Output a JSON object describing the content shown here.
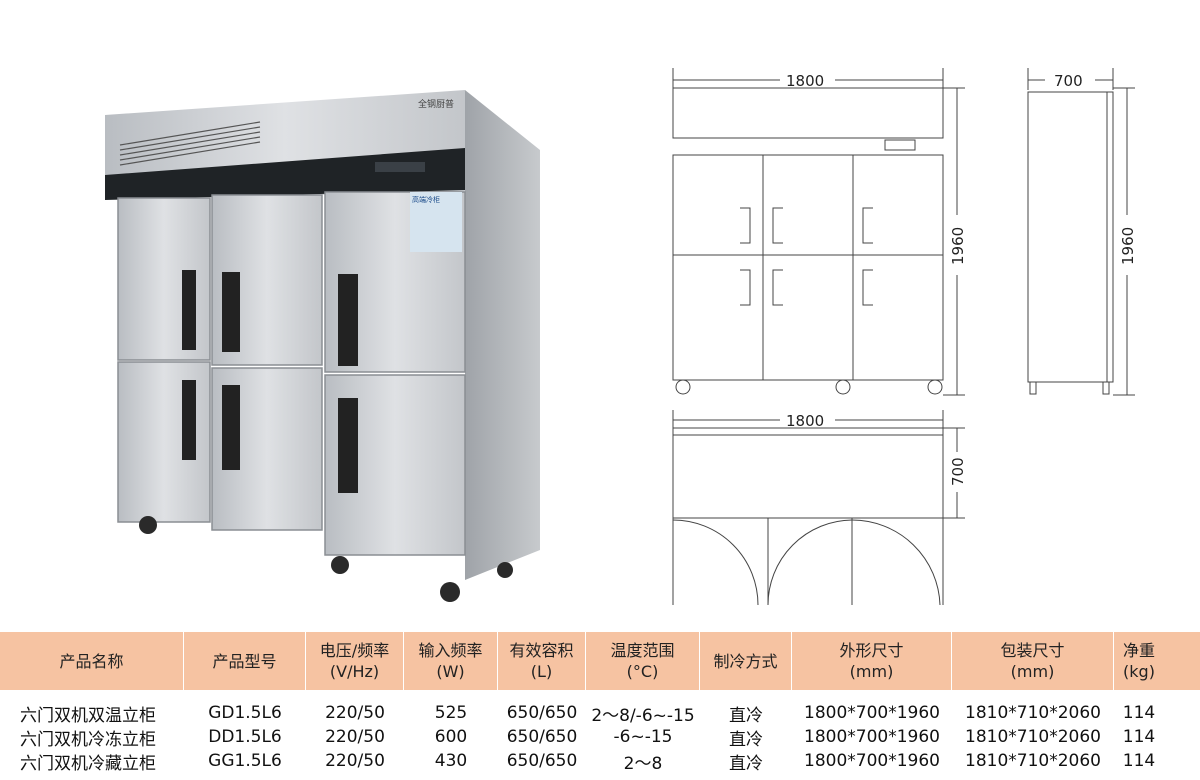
{
  "photo": {
    "top_label": "全钢厨普",
    "panel_label": "高端冷柜"
  },
  "drawings": {
    "front_width": "1800",
    "front_height": "1960",
    "side_depth": "700",
    "side_height": "1960",
    "top_width": "1800",
    "top_depth": "700"
  },
  "table": {
    "headers": [
      [
        "产品名称"
      ],
      [
        "产品型号"
      ],
      [
        "电压/频率",
        "(V/Hz)"
      ],
      [
        "输入频率",
        "(W)"
      ],
      [
        "有效容积",
        "(L)"
      ],
      [
        "温度范围",
        "(°C)"
      ],
      [
        "制冷方式"
      ],
      [
        "外形尺寸",
        "(mm)"
      ],
      [
        "包装尺寸",
        "(mm)"
      ],
      [
        "净重",
        "(kg)"
      ]
    ],
    "rows": [
      [
        "六门双机双温立柜",
        "GD1.5L6",
        "220/50",
        "525",
        "650/650",
        "2～8/-6~-15",
        "直冷",
        "1800*700*1960",
        "1810*710*2060",
        "114"
      ],
      [
        "六门双机冷冻立柜",
        "DD1.5L6",
        "220/50",
        "600",
        "650/650",
        "-6~-15",
        "直冷",
        "1800*700*1960",
        "1810*710*2060",
        "114"
      ],
      [
        "六门双机冷藏立柜",
        "GG1.5L6",
        "220/50",
        "430",
        "650/650",
        "2～8",
        "直冷",
        "1800*700*1960",
        "1810*710*2060",
        "114"
      ]
    ]
  },
  "colors": {
    "header_bg": "#f6c3a2",
    "steel": "#c9ccd0",
    "control_strip": "#1f2326"
  }
}
